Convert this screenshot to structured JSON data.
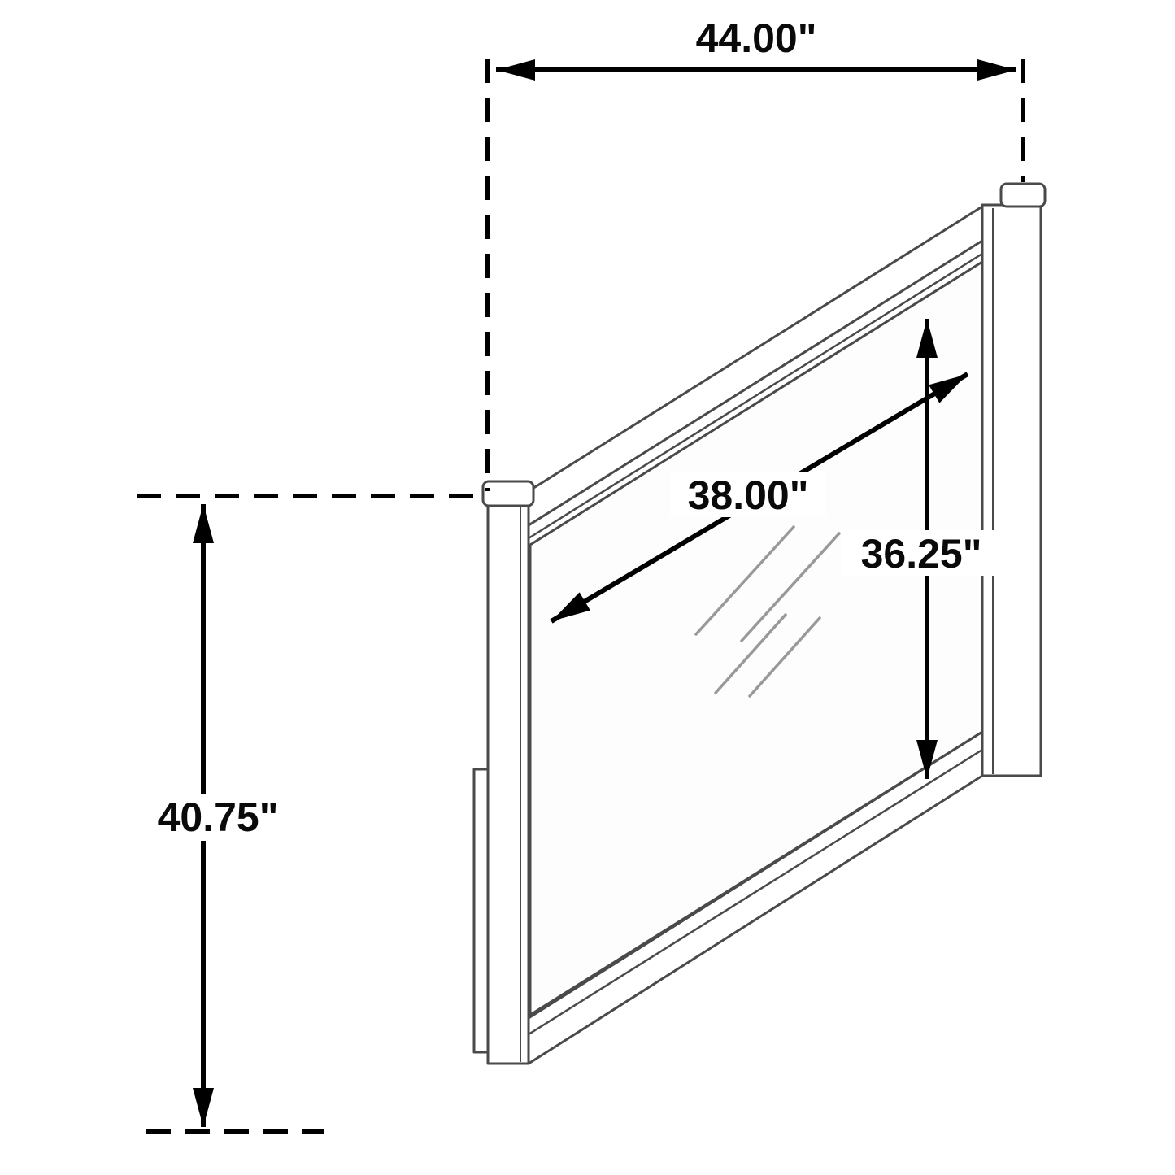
{
  "diagram": {
    "kind": "dimension-drawing",
    "labels": {
      "overall_width": "44.00\"",
      "overall_height": "40.75\"",
      "mirror_width": "38.00\"",
      "mirror_height": "36.25\""
    },
    "colors": {
      "dimension_line": "#000000",
      "frame_line": "#4a4a4a",
      "reflection_line": "#999999",
      "background": "#ffffff"
    }
  }
}
